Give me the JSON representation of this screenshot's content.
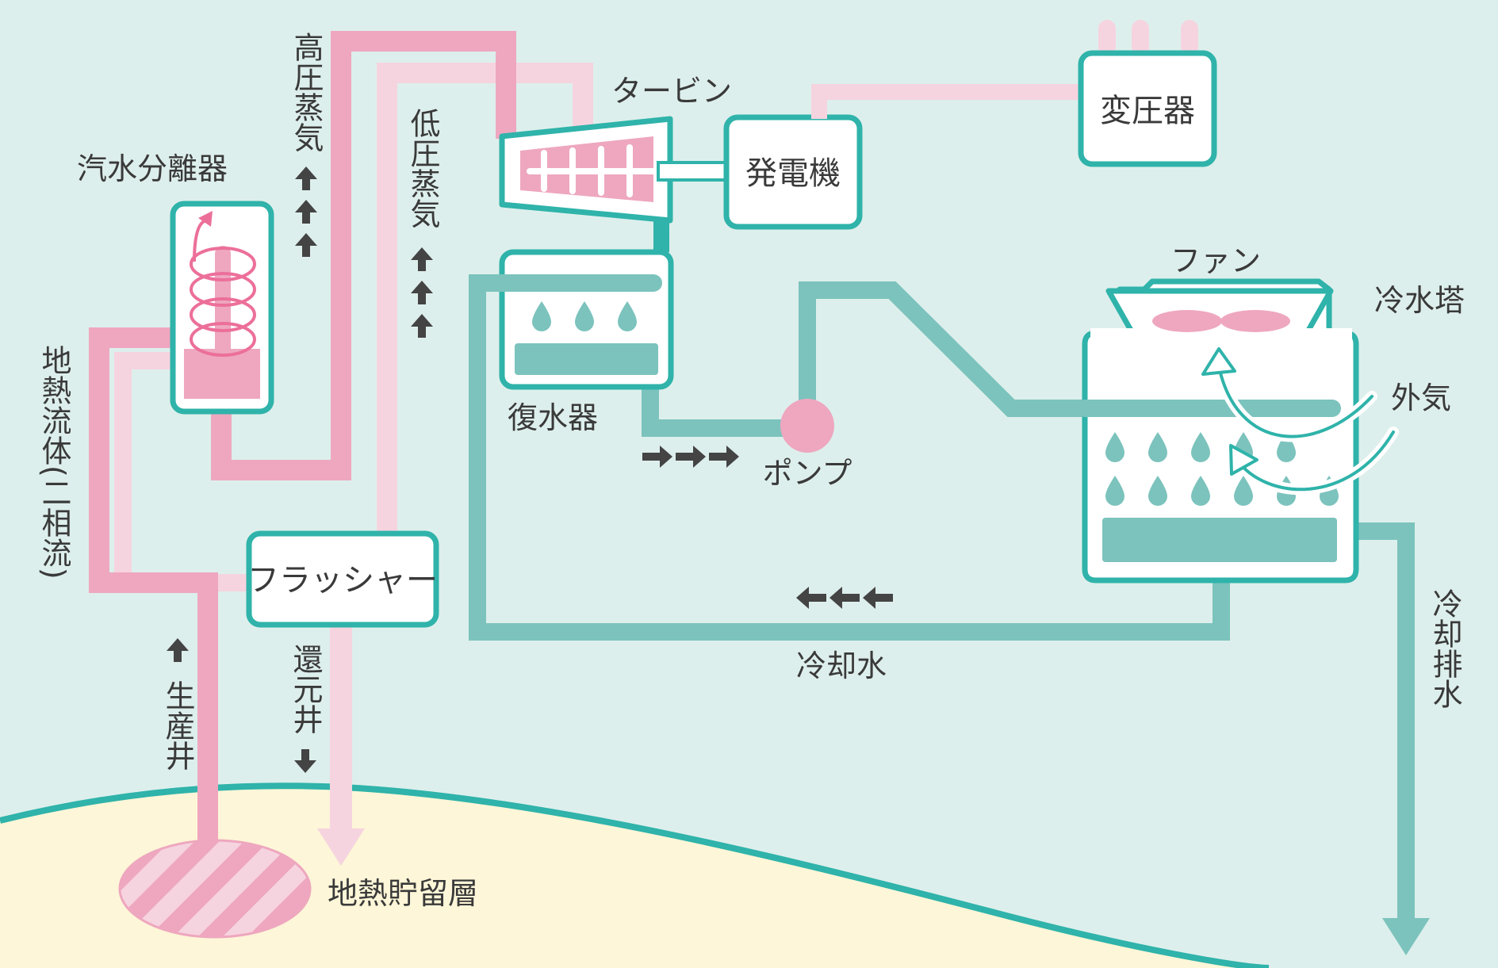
{
  "colors": {
    "background": "#ddefec",
    "ground": "#fdf6d8",
    "ground_edge": "#2fb3aa",
    "teal": "#2fb3aa",
    "teal_pipe": "#7cc3bd",
    "pink": "#eea7bf",
    "pink_light": "#f6d4df",
    "pink_accent": "#ec6f9a",
    "box_fill": "#ffffff",
    "text": "#3a3a3a",
    "arrow": "#444444"
  },
  "labels": {
    "separator": "汽水分離器",
    "high_pressure_steam": "高圧蒸気",
    "low_pressure_steam": "低圧蒸気",
    "turbine": "タービン",
    "generator": "発電機",
    "transformer": "変圧器",
    "fan": "ファン",
    "cooling_tower": "冷水塔",
    "outside_air": "外気",
    "condenser": "復水器",
    "pump": "ポンプ",
    "cooling_water": "冷却水",
    "cooling_discharge": "冷却排水",
    "geothermal_fluid": "地熱流体(二相流)",
    "flasher": "フラッシャー",
    "production_well": "生産井",
    "reinjection_well": "還元井",
    "reservoir": "地熱貯留層"
  }
}
